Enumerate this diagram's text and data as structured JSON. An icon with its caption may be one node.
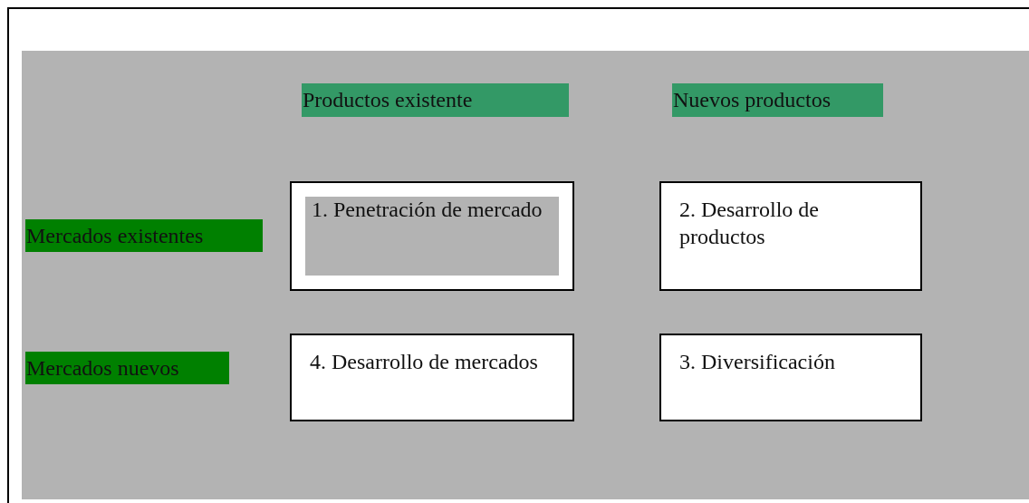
{
  "diagram": {
    "nodes": [
      {
        "text": [
          "Productos existente"
        ]
      },
      {
        "text": [
          "Nuevos productos"
        ]
      },
      {
        "text": [
          "Mercados existentes"
        ]
      },
      {
        "text": [
          "1. Penetración de mercado"
        ]
      },
      {
        "text": [
          "2. Desarrollo de productos"
        ]
      },
      {
        "text": [
          "Mercados nuevos"
        ]
      },
      {
        "text": [
          "4. Desarrollo de mercados"
        ]
      },
      {
        "text": [
          "3. Diversificación"
        ]
      }
    ]
  }
}
